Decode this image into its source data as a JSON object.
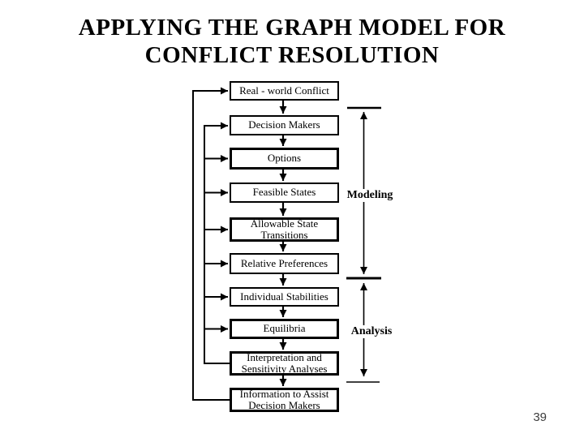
{
  "title": {
    "line1": "APPLYING THE GRAPH MODEL FOR",
    "line2": "CONFLICT RESOLUTION"
  },
  "diagram": {
    "boxes": [
      {
        "label": "Real - world Conflict"
      },
      {
        "label": "Decision Makers"
      },
      {
        "label": "Options"
      },
      {
        "label": "Feasible States"
      },
      {
        "label": "Allowable State Transitions"
      },
      {
        "label": "Relative Preferences"
      },
      {
        "label": "Individual Stabilities"
      },
      {
        "label": "Equilibria"
      },
      {
        "label": "Interpretation and Sensitivity Analyses"
      },
      {
        "label": "Information to Assist Decision Makers"
      }
    ],
    "phases": [
      {
        "label": "Modeling"
      },
      {
        "label": "Analysis"
      }
    ],
    "flow": "top-down with feedback loops: Interpretation and Sensitivity Analyses feeds back to boxes 2-8; Information to Assist Decision Makers feeds back to Real - world Conflict",
    "colors": {
      "line": "#000000",
      "box_border": "#000000",
      "background": "#ffffff",
      "text": "#000000"
    }
  },
  "page_number": "39"
}
